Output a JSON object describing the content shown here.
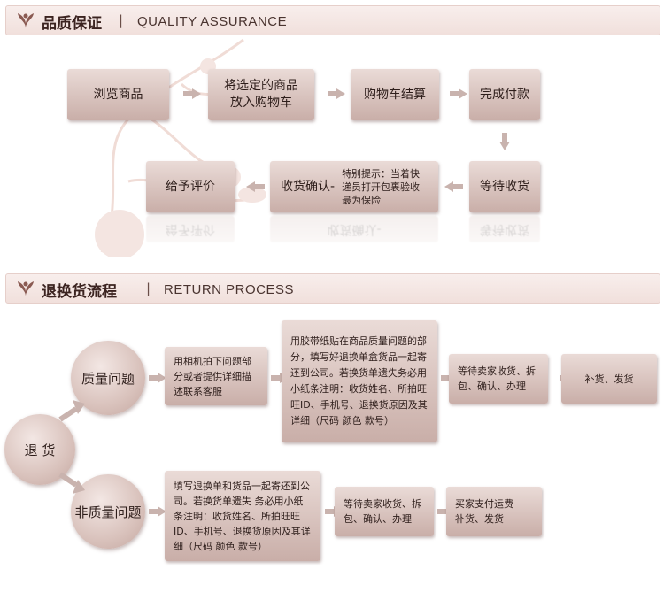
{
  "quality": {
    "title_cn": "品质保证",
    "separator": "|",
    "title_en": "QUALITY ASSURANCE",
    "steps": [
      "浏览商品",
      "将选定的商品\n放入购物车",
      "购物车结算",
      "完成付款",
      "等待收货",
      "收货确认-",
      "给予评价"
    ],
    "tip": "特别提示：当着快递员打开包裹验收最为保险"
  },
  "returns": {
    "title_cn": "退换货流程",
    "separator": "|",
    "title_en": "RETURN PROCESS",
    "root": "退 货",
    "quality_issue": "质量问题",
    "non_quality_issue": "非质量问题",
    "q_step1": "用相机拍下问题部分或者提供详细描述联系客服",
    "q_step2": "用胶带纸贴在商品质量问题的部分，填写好退换单盒货品一起寄还到公司。若换货单遗失务必用小纸条注明：收货姓名、所拍旺旺ID、手机号、退换货原因及其详细（尺码 颜色 款号）",
    "q_step3": "等待卖家收货、拆包、确认、办理",
    "q_step4": "补货、发货",
    "n_step1": "填写退换单和货品一起寄还到公司。若换货单遗失 务必用小纸条注明：收货姓名、所拍旺旺ID、手机号、退换货原因及其详细（尺码 颜色 款号）",
    "n_step2": "等待卖家收货、拆包、确认、办理",
    "n_step3": "买家支付运费\n补货、发货"
  },
  "colors": {
    "accent": "#c9aea8",
    "header_bg": "#f1e0dc",
    "arrow": "#c9b3ae",
    "text": "#2e1e1b"
  },
  "icons": [
    "flower-icon"
  ]
}
